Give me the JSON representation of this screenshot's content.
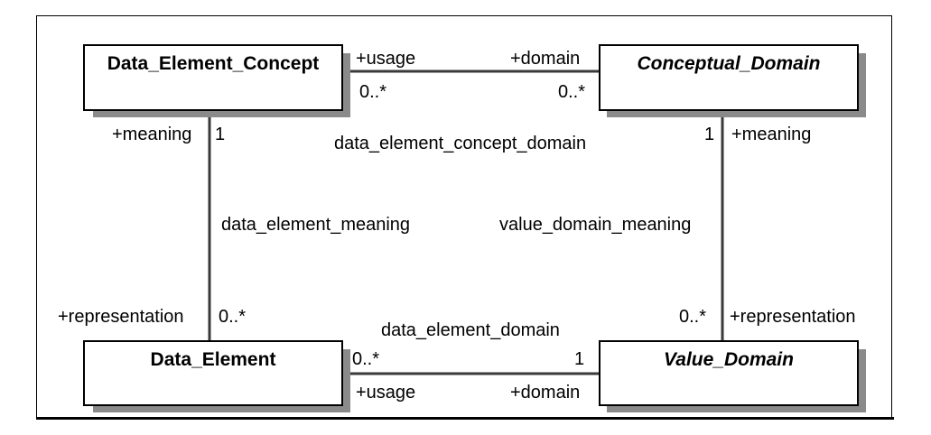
{
  "classes": {
    "data_element_concept": "Data_Element_Concept",
    "conceptual_domain": "Conceptual_Domain",
    "data_element": "Data_Element",
    "value_domain": "Value_Domain"
  },
  "associations": {
    "top": {
      "name": "data_element_concept_domain",
      "left_role": "+usage",
      "left_mult": "0..*",
      "right_role": "+domain",
      "right_mult": "0..*"
    },
    "left": {
      "name": "data_element_meaning",
      "top_role": "+meaning",
      "top_mult": "1",
      "bottom_role": "+representation",
      "bottom_mult": "0..*"
    },
    "right": {
      "name": "value_domain_meaning",
      "top_mult": "1",
      "top_role": "+meaning",
      "bottom_mult": "0..*",
      "bottom_role": "+representation"
    },
    "bottom": {
      "name": "data_element_domain",
      "left_mult": "0..*",
      "left_role": "+usage",
      "right_mult": "1",
      "right_role": "+domain"
    }
  },
  "colors": {
    "line": "#3a3a3a",
    "shadow": "#8a8a8a",
    "border": "#000000"
  }
}
